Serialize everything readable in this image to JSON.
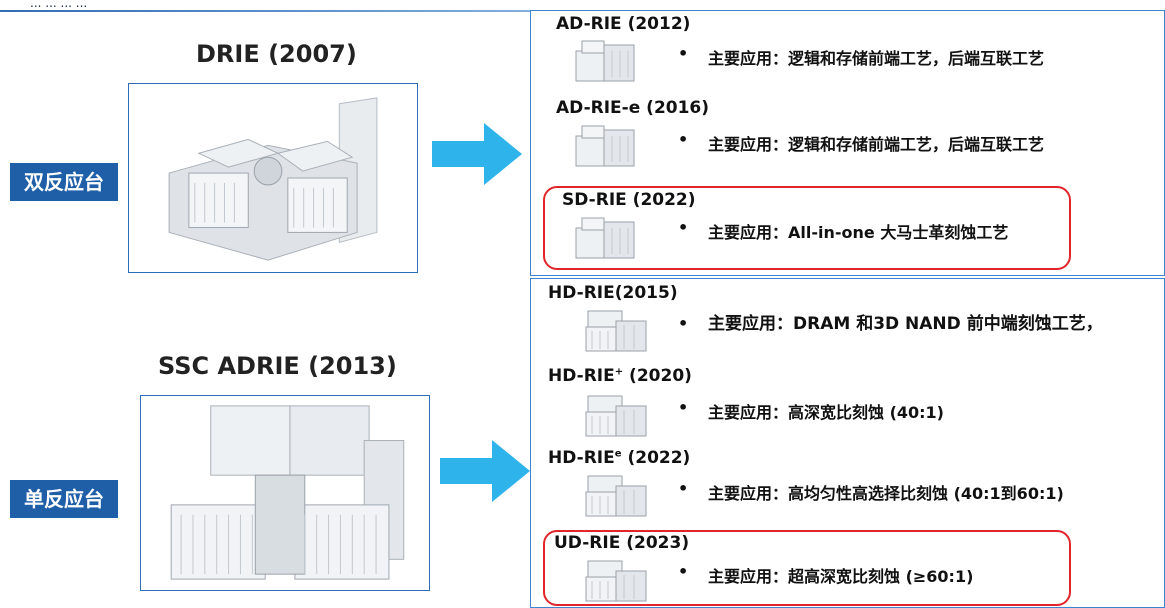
{
  "top_text": "... ... ... ...",
  "colors": {
    "accent": "#1f5fa8",
    "arrow": "#2eb3ea",
    "highlight": "#e0262b",
    "panel_border": "#3c84cf"
  },
  "left": {
    "dual": {
      "title": "DRIE (2007)",
      "tag": "双反应台"
    },
    "single": {
      "title": "SSC ADRIE (2013)",
      "tag": "单反应台"
    }
  },
  "bullet_char": "•",
  "dual_products": [
    {
      "model": "AD-RIE (2012)",
      "app": "主要应用：逻辑和存储前端工艺，后端互联工艺",
      "highlighted": false
    },
    {
      "model": "AD-RIE-e (2016)",
      "app": "主要应用：逻辑和存储前端工艺，后端互联工艺",
      "highlighted": false
    },
    {
      "model": "SD-RIE (2022)",
      "app": "主要应用：All-in-one 大马士革刻蚀工艺",
      "highlighted": true
    }
  ],
  "single_products": [
    {
      "model_base": "HD-RIE",
      "model_sup": "",
      "model_tail": "(2015)",
      "app": "主要应用：DRAM 和3D NAND 前中端刻蚀工艺，",
      "highlighted": false
    },
    {
      "model_base": "HD-RIE",
      "model_sup": "+",
      "model_tail": " (2020)",
      "app": "主要应用：高深宽比刻蚀 (40:1)",
      "highlighted": false
    },
    {
      "model_base": "HD-RIE",
      "model_sup": "e",
      "model_tail": " (2022)",
      "app": "主要应用：高均匀性高选择比刻蚀 (40:1到60:1)",
      "highlighted": false
    },
    {
      "model_base": "UD-RIE",
      "model_sup": "",
      "model_tail": " (2023)",
      "app": "主要应用：超高深宽比刻蚀 (≥60:1)",
      "highlighted": true
    }
  ]
}
